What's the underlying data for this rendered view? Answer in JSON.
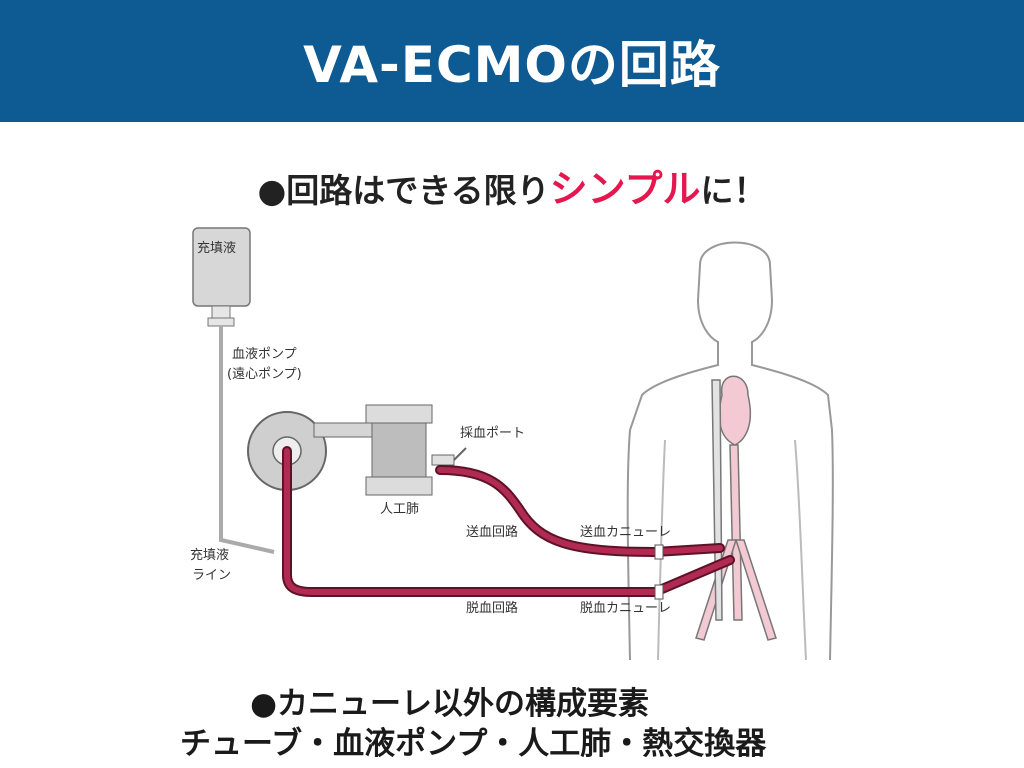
{
  "title": "VA-ECMOの回路",
  "subtitle": {
    "bullet": "●",
    "prefix": "回路はできる限り",
    "accent": "シンプル",
    "suffix": "に！"
  },
  "labels": {
    "priming_fluid": "充填液",
    "blood_pump_1": "血液ポンプ",
    "blood_pump_2": "(遠心ポンプ)",
    "sampling_port": "採血ポート",
    "oxygenator": "人工肺",
    "priming_line_1": "充填液",
    "priming_line_2": "ライン",
    "return_circuit": "送血回路",
    "return_cannula": "送血カニューレ",
    "drainage_circuit": "脱血回路",
    "drainage_cannula": "脱血カニューレ"
  },
  "bottom": {
    "line1": "●カニューレ以外の構成要素",
    "line2": "チューブ・血液ポンプ・人工肺・熱交換器"
  },
  "colors": {
    "header": "#0e5a93",
    "accent": "#e4184f",
    "tube": "#a8234a",
    "device": "#cfcfcf"
  }
}
